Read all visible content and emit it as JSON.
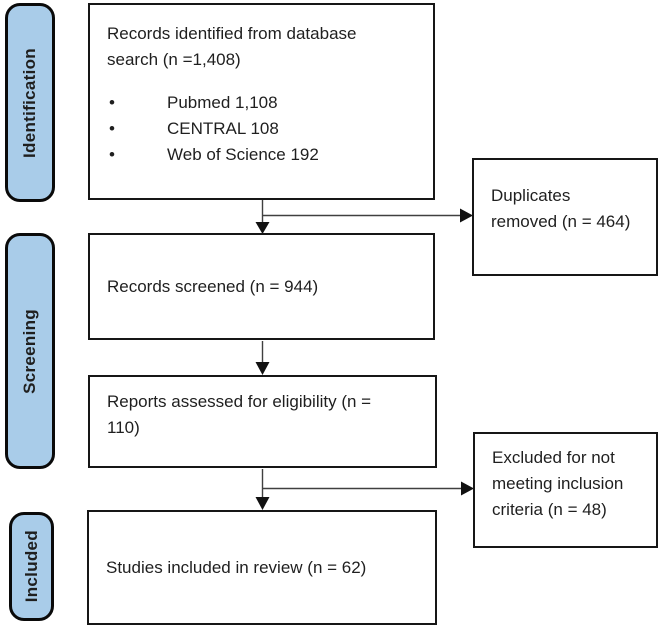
{
  "colors": {
    "background": "#ffffff",
    "text": "#1f1f1f",
    "box_border": "#161616",
    "stage_border": "#0a0a0a",
    "stage_fill": "#a9cce9",
    "arrow": "#404040",
    "arrowhead": "#111111"
  },
  "flow": {
    "stages": {
      "identification": "Identification",
      "screening": "Screening",
      "included": "Included"
    },
    "boxes": {
      "identified_title": "Records identified from database search (n =1,408)",
      "identified_bullets": [
        "Pubmed 1,108",
        "CENTRAL 108",
        "Web of Science 192"
      ],
      "duplicates_removed": "Duplicates removed (n = 464)",
      "records_screened": "Records screened (n = 944)",
      "reports_assessed": "Reports assessed for eligibility (n = 110)",
      "excluded_not_meeting": "Excluded for not meeting inclusion criteria (n = 48)",
      "studies_included": "Studies included in review (n = 62)"
    },
    "bullet_glyph": "•"
  }
}
